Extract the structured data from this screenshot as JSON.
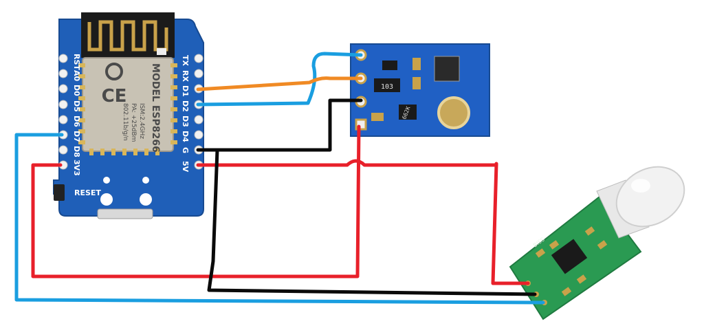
{
  "colors": {
    "board_blue": "#1f5fb8",
    "wire_red": "#e8202a",
    "wire_black": "#0a0a0a",
    "wire_cyan": "#1a9ee0",
    "wire_orange": "#f08a24",
    "pir_green": "#2a9a52",
    "shield_silver": "#c8c2b4"
  },
  "esp_board": {
    "left_pins": [
      "RST",
      "A0",
      "D0",
      "D5",
      "D6",
      "D7",
      "D8",
      "3V3"
    ],
    "right_pins": [
      "TX",
      "RX",
      "D1",
      "D2",
      "D3",
      "D4",
      "G",
      "5V"
    ],
    "reset_label": "RESET",
    "module_model": "MODEL ESP8266",
    "module_line1": "ISM:2.4GHz",
    "module_line2": "PA: +25dBm",
    "module_line3": "802.11b/g/n",
    "ce_mark": "CE"
  },
  "sensor_board": {
    "chip_marking": "103",
    "regulator_marking": "662K"
  },
  "pir_module": {
    "label": "BISS"
  }
}
